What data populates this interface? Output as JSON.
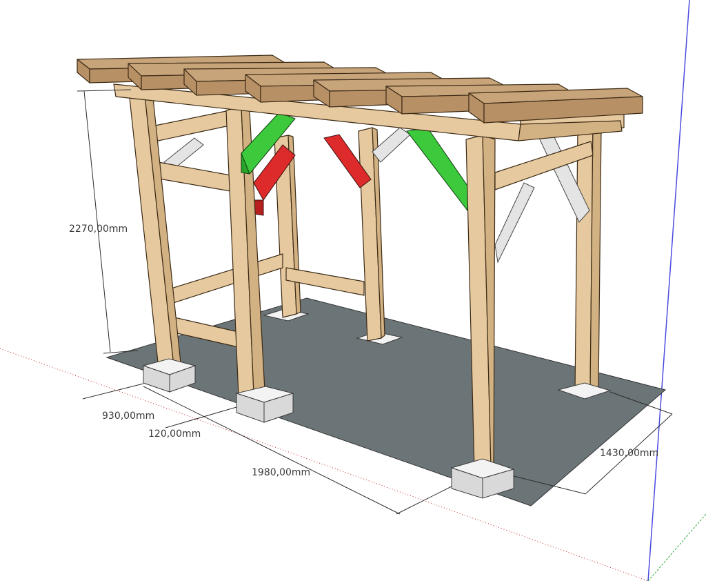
{
  "dimensions": {
    "height": "2270,00mm",
    "width_left": "930,00mm",
    "post": "120,00mm",
    "length": "1980,00mm",
    "depth": "1430,00mm"
  },
  "colors": {
    "ground": "#6b7477",
    "wood": "#e6c99f",
    "rafter": "#c7a47a",
    "brace_green": "#3cc93c",
    "brace_red": "#dd2a2a",
    "brace_white": "#e4e4e4",
    "axis_blue": "#4a4ae0",
    "axis_green": "#2fa83a",
    "axis_red": "#c02020"
  }
}
